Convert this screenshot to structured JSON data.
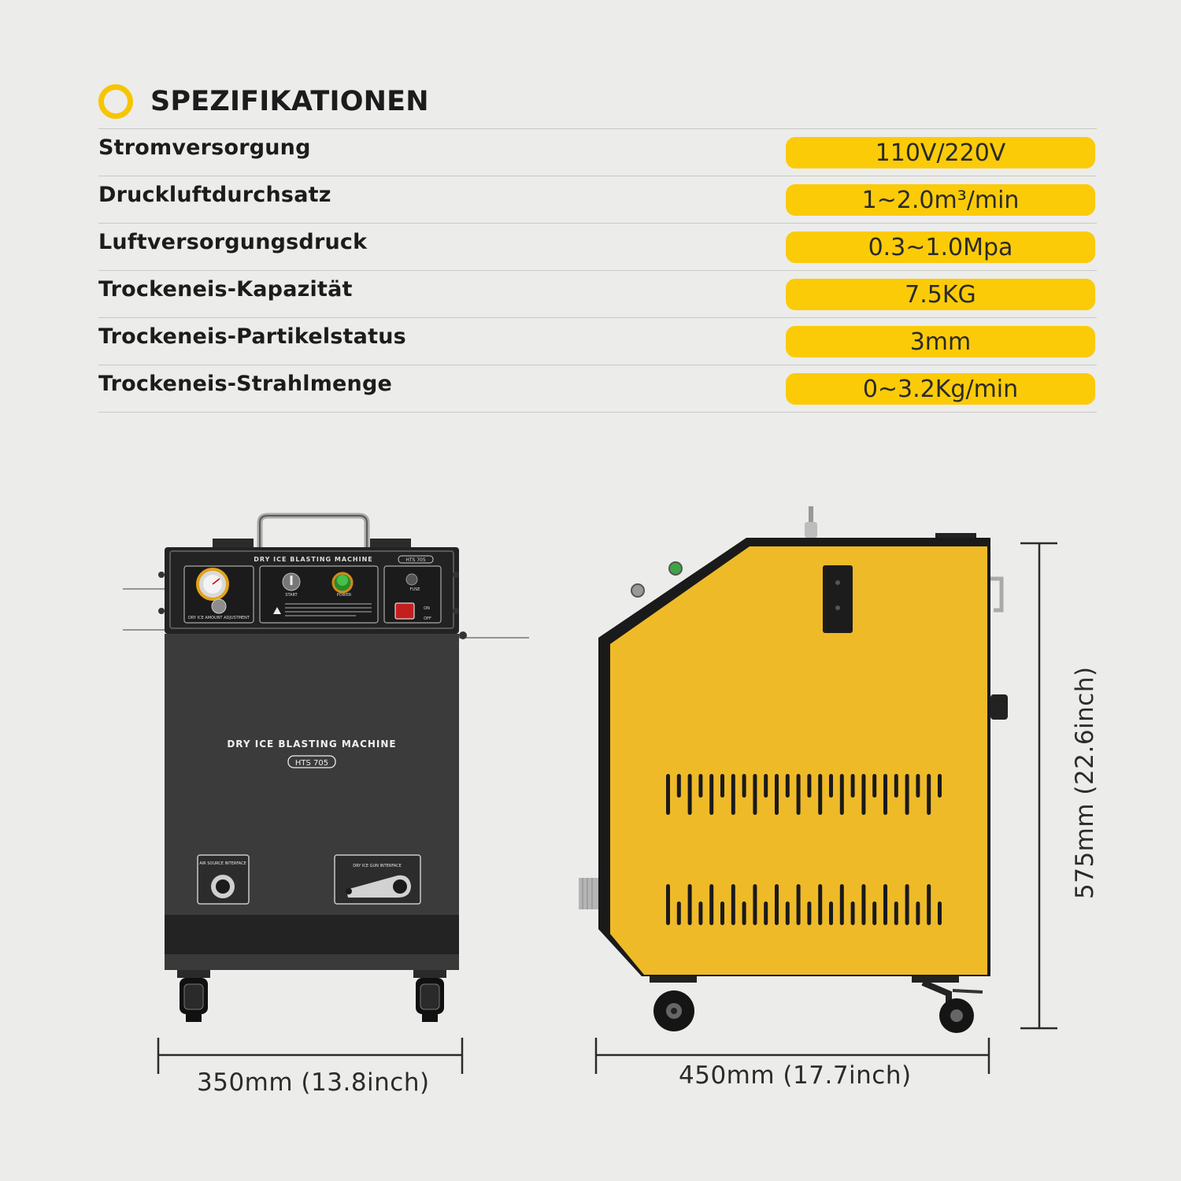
{
  "section": {
    "title": "SPEZIFIKATIONEN",
    "bullet_color": "#f7c500",
    "pill_color": "#fbcb08"
  },
  "specs": [
    {
      "label": "Stromversorgung",
      "value": "110V/220V"
    },
    {
      "label": "Druckluftdurchsatz",
      "value": "1~2.0m³/min"
    },
    {
      "label": "Luftversorgungsdruck",
      "value": "0.3~1.0Mpa"
    },
    {
      "label": "Trockeneis-Kapazität",
      "value": "7.5KG"
    },
    {
      "label": "Trockeneis-Partikelstatus",
      "value": "3mm"
    },
    {
      "label": "Trockeneis-Strahlmenge",
      "value": "0~3.2Kg/min"
    }
  ],
  "machine": {
    "panel_title": "DRY ICE BLASTING MACHINE",
    "model": "HTS 705",
    "body_title": "DRY ICE BLASTING MACHINE",
    "body_model": "HTS 705",
    "air_source": "AIR SOURCE INTERFACE",
    "gun_interface": "DRY ICE GUN INTERFACE",
    "dry_ice_adjust": "DRY ICE AMOUNT ADJUSTMENT",
    "start": "START",
    "power": "POWER",
    "fuse": "FUSE",
    "on": "ON",
    "off": "OFF",
    "body_color": "#2f2f2f",
    "side_color": "#efba28"
  },
  "dimensions": {
    "front_width": "350mm (13.8inch)",
    "side_width": "450mm (17.7inch)",
    "height": "575mm (22.6inch)"
  }
}
